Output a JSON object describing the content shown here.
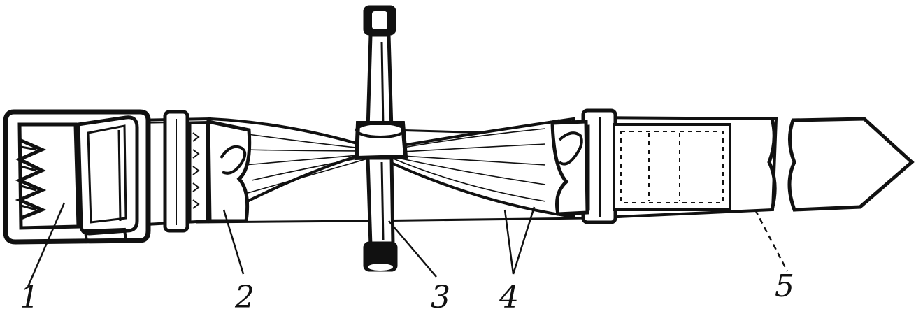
{
  "figure": {
    "labels": {
      "l1": "1",
      "l2": "2",
      "l3": "3",
      "l4": "4",
      "l5": "5"
    },
    "colors": {
      "ink": "#111111",
      "paper": "#ffffff"
    }
  }
}
